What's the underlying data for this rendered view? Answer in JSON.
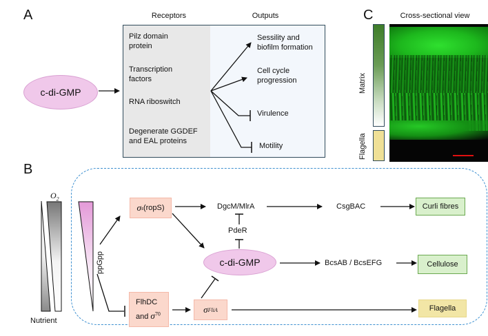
{
  "panel_a": {
    "letter": "A",
    "receptors_header": "Receptors",
    "outputs_header": "Outputs",
    "signal_node": "c-di-GMP",
    "receptors": [
      {
        "line1": "Pilz domain",
        "line2": "protein"
      },
      {
        "line1": "Transcription",
        "line2": "factors"
      },
      {
        "line1": "RNA riboswitch",
        "line2": ""
      },
      {
        "line1": "Degenerate GGDEF",
        "line2": "and EAL proteins"
      }
    ],
    "outputs": [
      {
        "line1": "Sessility and",
        "line2": "biofilm formation",
        "effect": "activation"
      },
      {
        "line1": "Cell cycle",
        "line2": "progression",
        "effect": "activation"
      },
      {
        "line1": "Virulence",
        "line2": "",
        "effect": "inhibition"
      },
      {
        "line1": "Motility",
        "line2": "",
        "effect": "inhibition"
      }
    ],
    "colors": {
      "receptor_bg": "#e8e8e8",
      "output_bg": "#f3f7fc",
      "box_border": "#2f4a5a",
      "ellipse": "#f0c8ea"
    }
  },
  "panel_b": {
    "letter": "B",
    "o2_label": "O",
    "o2_subscript": "2",
    "nutrient_label": "Nutrient",
    "ppgpp_label": "ppGpp",
    "sigma_s": {
      "symbol": "σ",
      "sup": "s",
      "text": " (ropS)"
    },
    "dgcm": "DgcM/MlrA",
    "pder": "PdeR",
    "csgbac": "CsgBAC",
    "cdigmp": "c-di-GMP",
    "bcs": "BcsAB / BcsEFG",
    "flhdc": {
      "line1": "FlhDC",
      "line2_prefix": "and ",
      "symbol": "σ",
      "sup": "70"
    },
    "sigma_flia": {
      "symbol": "σ",
      "sup": "FliA"
    },
    "outcomes": {
      "curli": "Curli fibres",
      "cellulose": "Cellulose",
      "flagella": "Flagella"
    },
    "colors": {
      "regulator_box": "#fbd8cc",
      "outcome_green": "#d9f0cc",
      "outcome_yellow": "#f2e6a6",
      "dashed_border": "#3b8fd0"
    }
  },
  "panel_c": {
    "letter": "C",
    "title": "Cross-sectional view",
    "matrix_label": "Matrix",
    "flagella_label": "Flagella",
    "colors": {
      "matrix_top": "#3e7d2a",
      "flagella": "#efe096",
      "scale_bar": "#e01010"
    }
  }
}
